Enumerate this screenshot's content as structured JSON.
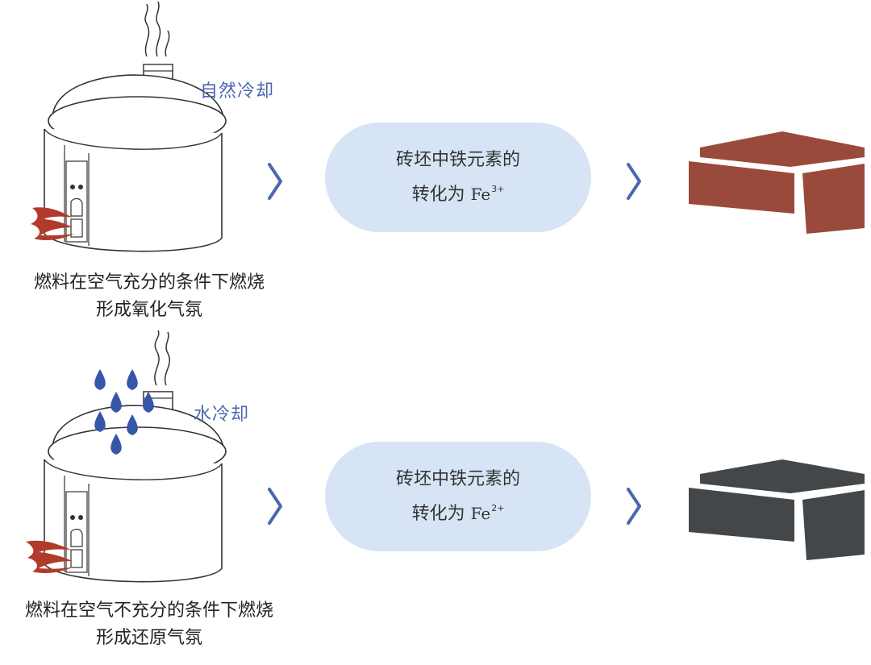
{
  "rows": [
    {
      "cooling_label": "自然冷却",
      "caption_line1": "燃料在空气充分的条件下燃烧",
      "caption_line2": "形成氧化气氛",
      "pill_line1": "砖坯中铁元素的",
      "pill_prefix": "转化为 ",
      "pill_element": "Fe",
      "pill_charge": "3+",
      "brick_color": "#9a4a3a",
      "water_drops": false
    },
    {
      "cooling_label": "水冷却",
      "caption_line1": "燃料在空气不充分的条件下燃烧",
      "caption_line2": "形成还原气氛",
      "pill_line1": "砖坯中铁元素的",
      "pill_prefix": "转化为 ",
      "pill_element": "Fe",
      "pill_charge": "2+",
      "brick_color": "#444749",
      "water_drops": true
    }
  ],
  "colors": {
    "accent_blue": "#4a68b0",
    "pill_bg": "#d6e4f5",
    "flame": "#b23a2a",
    "drop": "#3656a8"
  },
  "icons": [
    "kiln-icon",
    "flame-icon",
    "smoke-icon",
    "water-drop-icon",
    "chevron-right-icon",
    "brick-icon"
  ]
}
